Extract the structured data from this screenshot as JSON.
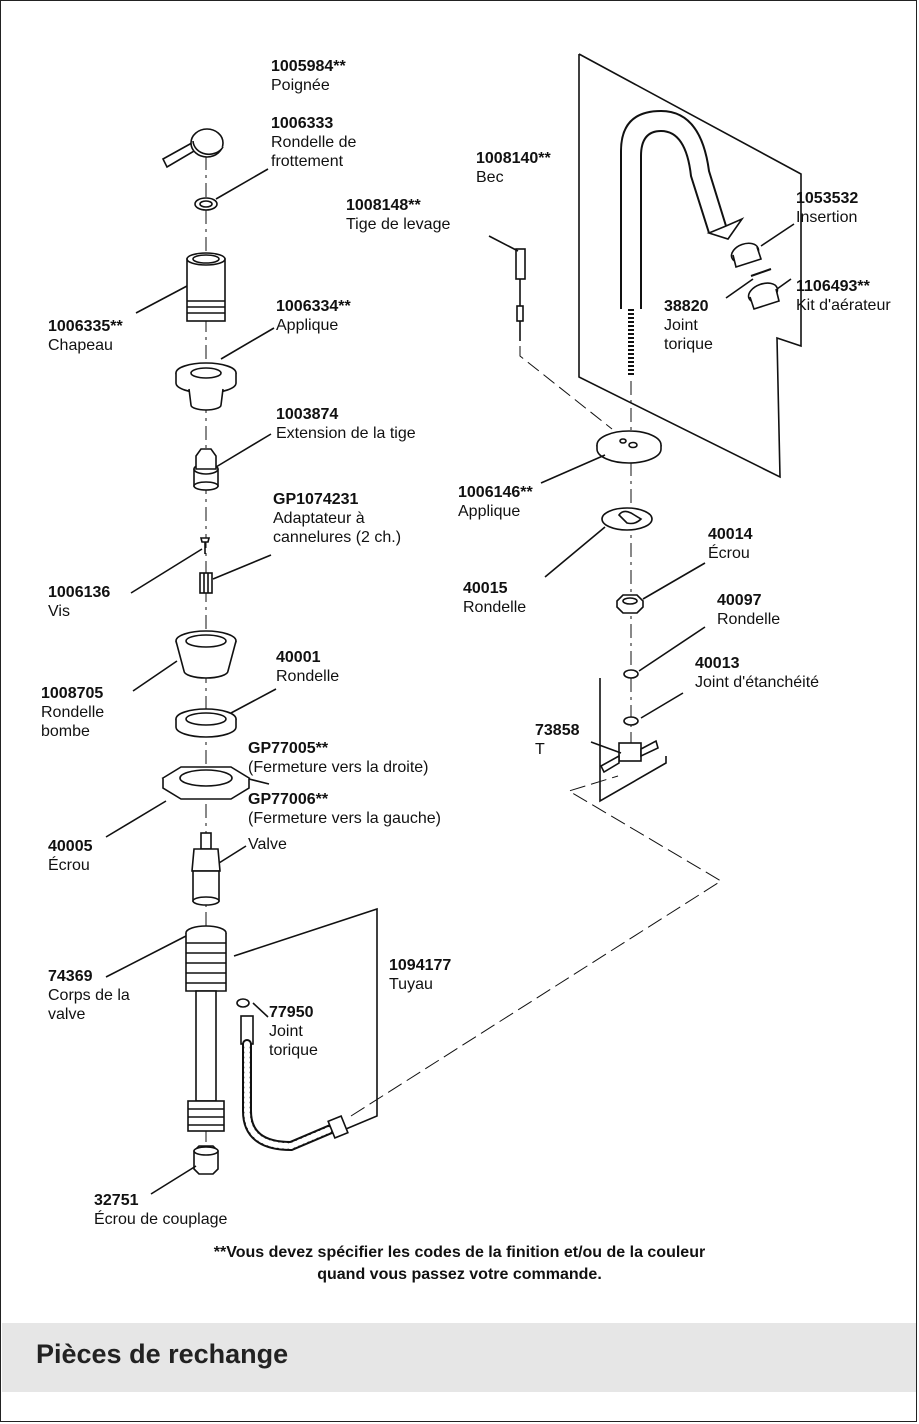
{
  "parts": {
    "p1005984": {
      "num": "1005984**",
      "desc": "Poignée"
    },
    "p1006333": {
      "num": "1006333",
      "desc1": "Rondelle de",
      "desc2": "frottement"
    },
    "p1008140": {
      "num": "1008140**",
      "desc": "Bec"
    },
    "p1008148": {
      "num": "1008148**",
      "desc": "Tige de levage"
    },
    "p1053532": {
      "num": "1053532",
      "desc": "Insertion"
    },
    "p1106493": {
      "num": "1106493**",
      "desc": "Kit d'aérateur"
    },
    "p38820": {
      "num": "38820",
      "desc1": "Joint",
      "desc2": "torique"
    },
    "p1006335": {
      "num": "1006335**",
      "desc": "Chapeau"
    },
    "p1006334": {
      "num": "1006334**",
      "desc": "Applique"
    },
    "p1003874": {
      "num": "1003874",
      "desc": "Extension de la tige"
    },
    "pGP1074231": {
      "num": "GP1074231",
      "desc1": "Adaptateur à",
      "desc2": "cannelures (2 ch.)"
    },
    "p1006146": {
      "num": "1006146**",
      "desc": "Applique"
    },
    "p40014": {
      "num": "40014",
      "desc": "Écrou"
    },
    "p40015": {
      "num": "40015",
      "desc": "Rondelle"
    },
    "p1006136": {
      "num": "1006136",
      "desc": "Vis"
    },
    "p40097": {
      "num": "40097",
      "desc": "Rondelle"
    },
    "p40001": {
      "num": "40001",
      "desc": "Rondelle"
    },
    "p40013": {
      "num": "40013",
      "desc": "Joint d'étanchéité"
    },
    "p1008705": {
      "num": "1008705",
      "desc1": "Rondelle",
      "desc2": "bombe"
    },
    "p73858": {
      "num": "73858",
      "desc": "T"
    },
    "pGP77005": {
      "num": "GP77005**",
      "desc": "(Fermeture vers la droite)"
    },
    "pGP77006": {
      "num": "GP77006**",
      "desc": "(Fermeture vers la gauche)"
    },
    "p40005": {
      "num": "40005",
      "desc": "Écrou"
    },
    "valve": {
      "desc": "Valve"
    },
    "p1094177": {
      "num": "1094177",
      "desc": "Tuyau"
    },
    "p74369": {
      "num": "74369",
      "desc1": "Corps de la",
      "desc2": "valve"
    },
    "p77950": {
      "num": "77950",
      "desc1": "Joint",
      "desc2": "torique"
    },
    "p32751": {
      "num": "32751",
      "desc": "Écrou de couplage"
    }
  },
  "note": {
    "line1": "**Vous devez spécifier les codes de la finition et/ou de la couleur",
    "line2": "quand vous passez votre commande."
  },
  "section": {
    "title": "Pièces de rechange"
  }
}
